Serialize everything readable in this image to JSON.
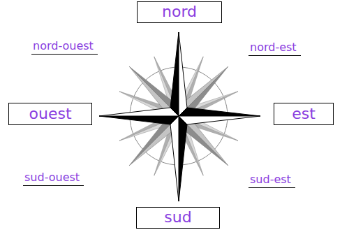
{
  "diagram": {
    "nodes": [
      {
        "text": [
          "nord"
        ]
      },
      {
        "text": [
          "ouest"
        ]
      },
      {
        "text": [
          "est"
        ]
      },
      {
        "text": [
          "sud"
        ]
      }
    ],
    "labels": [
      "nord-ouest",
      "nord-est",
      "sud-ouest",
      "sud-est"
    ]
  }
}
